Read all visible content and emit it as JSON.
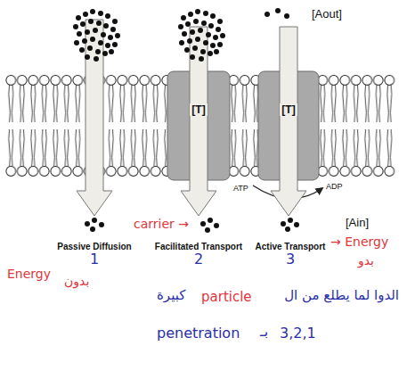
{
  "diagram": {
    "nodes": [
      {
        "text": [
          "[T]"
        ]
      },
      {
        "text": [
          "[T]"
        ]
      }
    ],
    "labels": [
      "[Aout]",
      "ATP",
      "ADP",
      "Passive Diffusion",
      "Facilitated Transport",
      "Active Transport",
      "[Ain]",
      "carrier →",
      "→ Energy",
      "بدو",
      "1",
      "2",
      "3",
      "Energy",
      "بدون",
      "الدوا لما يطلع من ال",
      "particle",
      "كبيرة",
      "penetration",
      "بـ",
      "3,2,1"
    ]
  }
}
